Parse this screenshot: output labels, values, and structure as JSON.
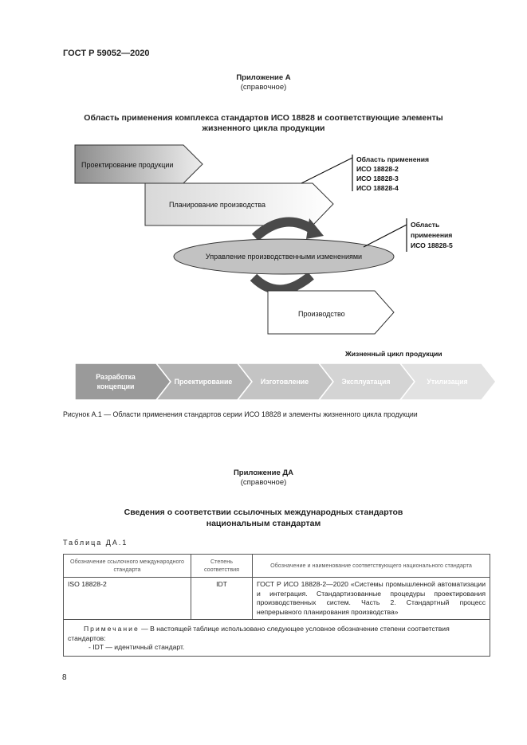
{
  "header": {
    "standard": "ГОСТ Р 59052—2020"
  },
  "appendix_a": {
    "title": "Приложение А",
    "subtitle": "(справочное)",
    "heading_line1": "Область применения комплекса стандартов ИСО 18828 и соответствующие элементы",
    "heading_line2": "жизненного цикла продукции"
  },
  "diagram": {
    "arrow_design": "Проектирование продукции",
    "arrow_planning": "Планирование производства",
    "ellipse_change": "Управление производственными изменениями",
    "arrow_production": "Производство",
    "scope1": [
      "Область применения",
      "ИСО 18828-2",
      "ИСО 18828-3",
      "ИСО 18828-4"
    ],
    "scope2": [
      "Область",
      "применения",
      "ИСО 18828-5"
    ],
    "lifecycle_label": "Жизненный цикл продукции",
    "lifecycle_stages": [
      [
        "Разработка",
        "концепции"
      ],
      [
        "Проектирование"
      ],
      [
        "Изготовление"
      ],
      [
        "Эксплуатация"
      ],
      [
        "Утилизация"
      ]
    ],
    "colors": {
      "stage_fills": [
        "#9a9a9a",
        "#b3b3b3",
        "#c4c4c4",
        "#d4d4d4",
        "#e2e2e2"
      ],
      "ellipse_fill": "#c2c2c2",
      "rotation_arrow": "#4a4a4a"
    }
  },
  "figure_caption": "Рисунок А.1 — Области применения стандартов серии ИСО 18828 и элементы жизненного цикла продукции",
  "appendix_da": {
    "title": "Приложение ДА",
    "subtitle": "(справочное)",
    "heading_line1": "Сведения о соответствии ссылочных международных стандартов",
    "heading_line2": "национальным стандартам",
    "table_label": "Таблица ДА.1",
    "table": {
      "headers": [
        "Обозначение ссылочного международного стандарта",
        "Степень соответствия",
        "Обозначение и наименование соответствующего национального стандарта"
      ],
      "rows": [
        [
          "ISO 18828-2",
          "IDT",
          "ГОСТ Р ИСО 18828-2—2020 «Системы промышленной автоматизации и интеграция. Стандартизованные процедуры проектирования производственных систем. Часть 2. Стандартный процесс непрерывного планирования производства»"
        ]
      ],
      "note_label": "Примечание",
      "note_text": " — В настоящей таблице использовано следующее условное обозначение степени соответствия стандартов:",
      "note_item": "- IDT — идентичный стандарт."
    }
  },
  "page_number": "8"
}
